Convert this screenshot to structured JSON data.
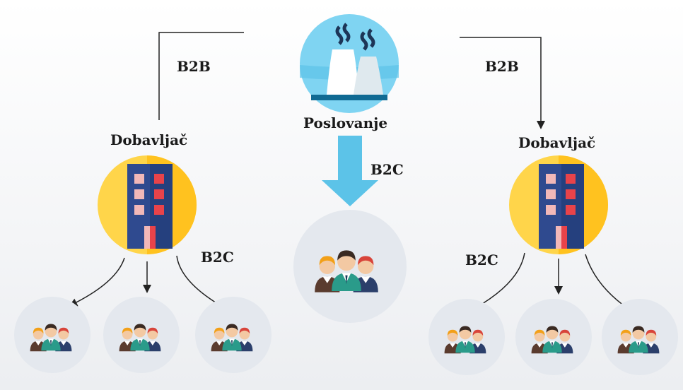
{
  "diagram": {
    "center_label": "Poslovanje",
    "left_supplier_label": "Dobavljač",
    "right_supplier_label": "Dobavljač",
    "b2b_left": "B2B",
    "b2b_right": "B2B",
    "b2c_center": "B2C",
    "b2c_left": "B2C",
    "b2c_right": "B2C"
  },
  "colors": {
    "factory_circle": "#7fd4f2",
    "building_circle": "#ffd54a",
    "building": "#2f4a8f",
    "people_circle": "#e4e8ee",
    "arrow": "#5cc3e8"
  },
  "icons": [
    "factory-icon",
    "building-icon",
    "people-group-icon"
  ]
}
